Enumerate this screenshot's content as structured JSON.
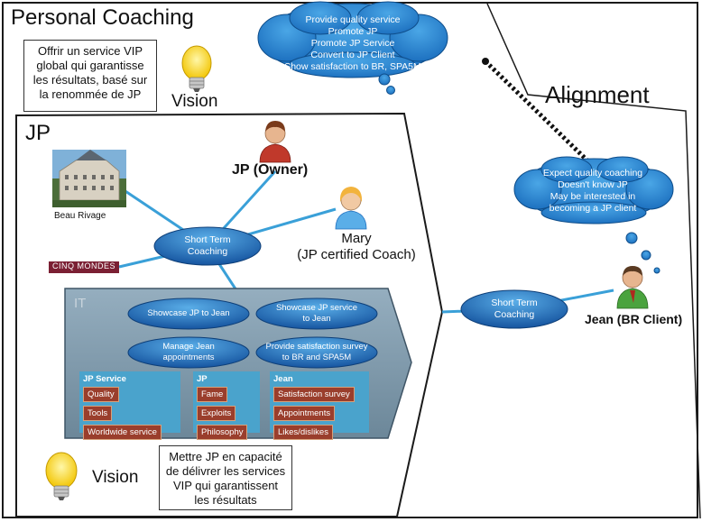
{
  "title": "Personal Coaching",
  "alignment_label": "Alignment",
  "jp_section_label": "JP",
  "vision_top": {
    "label": "Vision",
    "lines": [
      "Offrir un service VIP",
      "global qui garantisse",
      "les résultats, basé sur",
      "la renommée de JP"
    ]
  },
  "vision_bottom": {
    "label": "Vision",
    "lines": [
      "Mettre JP en capacité",
      "de délivrer les services",
      "VIP qui garantissent",
      "les résultats"
    ]
  },
  "cloud_jp": {
    "lines": [
      "Provide quality service",
      "Promote JP",
      "Promote JP Service",
      "Convert to JP Client",
      "Show satisfaction to BR, SPA5M"
    ]
  },
  "cloud_jean": {
    "lines": [
      "Expect quality coaching",
      "Doesn't know JP",
      "May be interested in",
      "becoming a JP client"
    ]
  },
  "people": {
    "owner": "JP (Owner)",
    "coach_name": "Mary",
    "coach_role": "(JP certified Coach)",
    "client": "Jean (BR Client)"
  },
  "partners": {
    "hotel": "Beau Rivage",
    "spa": "CINQ MONDES"
  },
  "short_term": {
    "jp_side": [
      "Short Term",
      "Coaching"
    ],
    "jean_side": [
      "Short Term",
      "Coaching"
    ]
  },
  "it": {
    "label": "IT",
    "actions": [
      [
        "Showcase JP to Jean"
      ],
      [
        "Showcase JP service",
        "to Jean"
      ],
      [
        "Manage Jean",
        "appointments"
      ],
      [
        "Provide satisfaction survey",
        "to BR and SPA5M"
      ]
    ],
    "categories": [
      {
        "title": "JP Service",
        "items": [
          "Quality",
          "Tools",
          "Worldwide service"
        ]
      },
      {
        "title": "JP",
        "items": [
          "Fame",
          "Exploits",
          "Philosophy"
        ]
      },
      {
        "title": "Jean",
        "items": [
          "Satisfaction survey",
          "Appointments",
          "Likes/dislikes"
        ]
      }
    ]
  },
  "colors": {
    "bubble": "#1f6fbf",
    "bubble_light": "#5aaee8",
    "category": "#4aa3cc",
    "item": "#9a3e2c",
    "it_panel": "#7f9aae",
    "connector": "#3aa0d8"
  }
}
